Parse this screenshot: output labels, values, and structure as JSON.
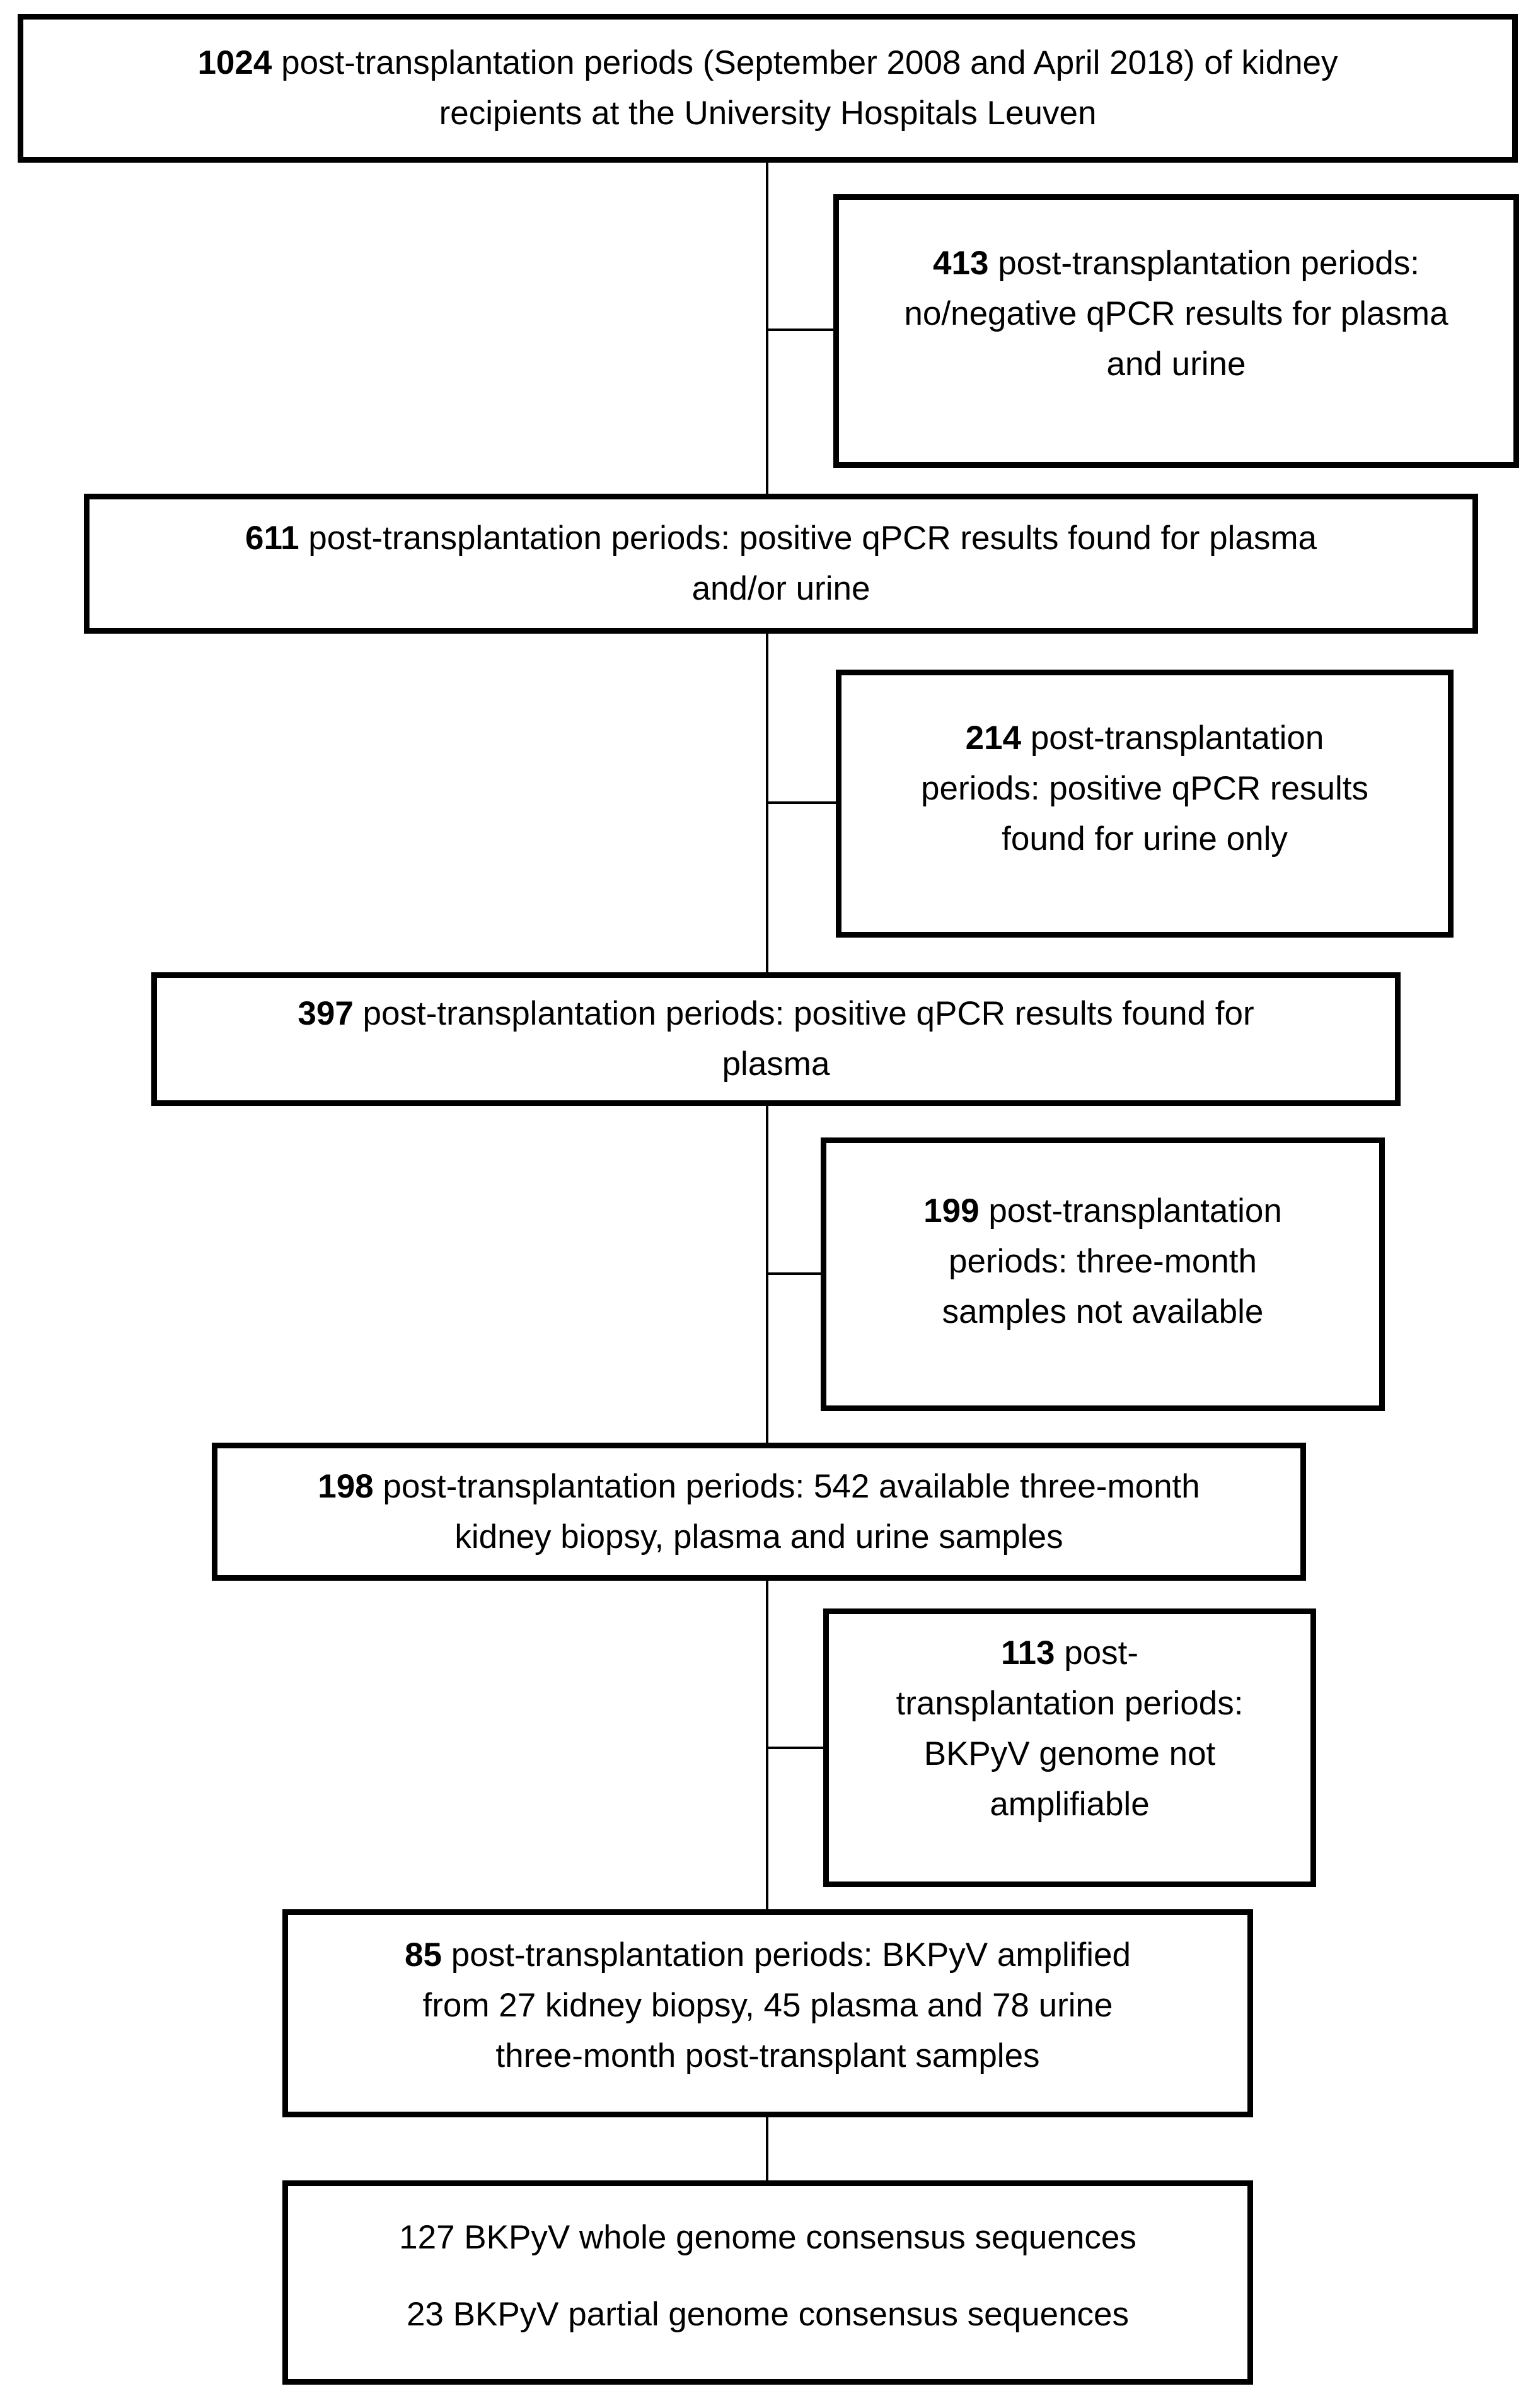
{
  "figure": {
    "type": "study-flow-diagram",
    "background_color": "#ffffff",
    "line_color": "#000000",
    "text_color": "#000000"
  },
  "boxes": [
    {
      "id": "total-periods",
      "number": "1024",
      "lines": [
        "post-transplantation periods (September 2008 and April 2018) of kidney",
        "recipients at the University Hospitals Leuven"
      ]
    },
    {
      "id": "excluded-no-negative-qpcr",
      "number": "413",
      "lines": [
        "post-transplantation periods:",
        "no/negative qPCR results for plasma",
        "and urine"
      ]
    },
    {
      "id": "positive-plasma-or-urine",
      "number": "611",
      "lines": [
        "post-transplantation periods: positive qPCR results found for plasma",
        "and/or urine"
      ]
    },
    {
      "id": "excluded-urine-only",
      "number": "214",
      "lines": [
        "post-transplantation",
        "periods: positive qPCR results",
        "found for urine only"
      ]
    },
    {
      "id": "positive-plasma",
      "number": "397",
      "lines": [
        "post-transplantation periods: positive qPCR results found for",
        "plasma"
      ]
    },
    {
      "id": "excluded-samples-not-available",
      "number": "199",
      "lines": [
        "post-transplantation",
        "periods: three-month",
        "samples not available"
      ]
    },
    {
      "id": "available-three-month-samples",
      "number": "198",
      "lines": [
        "post-transplantation periods: 542 available three-month",
        "kidney biopsy, plasma and urine samples"
      ]
    },
    {
      "id": "excluded-not-amplifiable",
      "number": "113",
      "lines": [
        "post-",
        "transplantation periods:",
        "BKPyV genome not",
        "amplifiable"
      ]
    },
    {
      "id": "amplified",
      "number": "85",
      "lines": [
        "post-transplantation periods: BKPyV amplified",
        "from 27 kidney biopsy, 45 plasma and 78 urine",
        "three-month post-transplant samples"
      ]
    },
    {
      "id": "consensus-sequences",
      "paragraphs": [
        "127 BKPyV whole genome consensus sequences",
        "23 BKPyV partial genome consensus sequences"
      ]
    }
  ]
}
